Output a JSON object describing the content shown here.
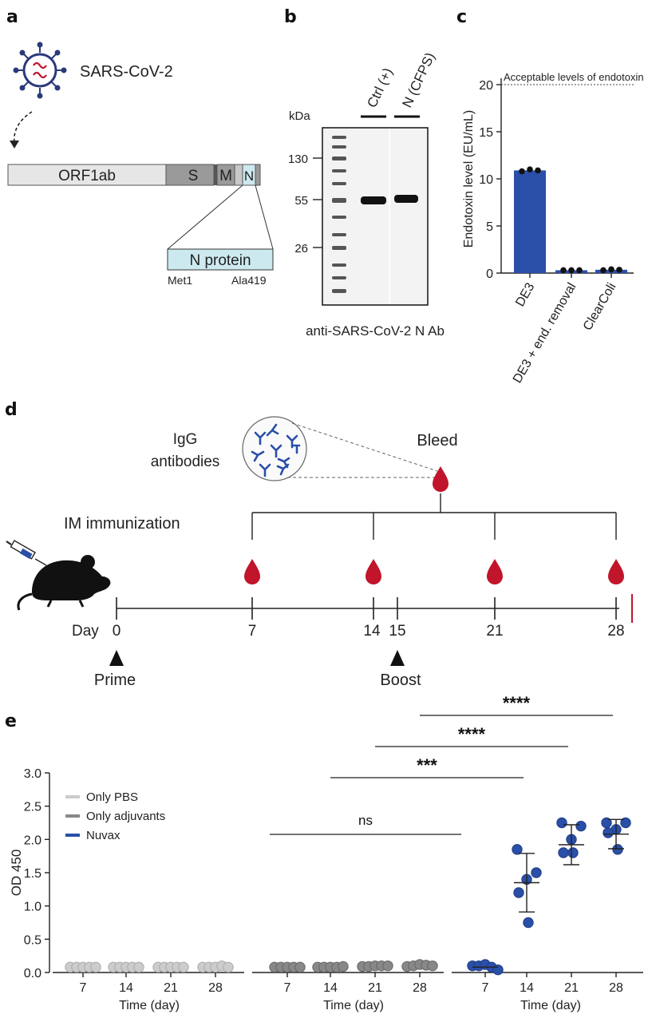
{
  "panels": {
    "a": {
      "label": "a",
      "virus": "SARS-CoV-2",
      "genes": [
        "ORF1ab",
        "S",
        "M",
        "N"
      ],
      "protein": "N protein",
      "start": "Met1",
      "end": "Ala419"
    },
    "b": {
      "label": "b",
      "kda": "kDa",
      "markers": [
        "130",
        "55",
        "26"
      ],
      "lanes": [
        "Ctrl (+)",
        "N (CFPS)"
      ],
      "caption": "anti-SARS-CoV-2 N Ab"
    },
    "c": {
      "label": "c"
    },
    "d": {
      "label": "d",
      "igg": [
        "IgG",
        "antibodies"
      ],
      "bleed": "Bleed",
      "im": "IM immunization",
      "day_prefix": "Day",
      "days": [
        "0",
        "7",
        "14",
        "15",
        "21",
        "28"
      ],
      "prime": "Prime",
      "boost": "Boost"
    },
    "e": {
      "label": "e"
    }
  },
  "colors": {
    "blue": "#2a4fa8",
    "dark_gray": "#888888",
    "light_gray": "#cccccc",
    "blood_red": "#c0152a",
    "light_cyan": "#cde9f0",
    "gene_light": "#e6e6e6",
    "gene_dark": "#9a9a9a"
  },
  "chart_data": [
    {
      "type": "bar",
      "panel": "c",
      "categories": [
        "DE3",
        "DE3 + end. removal",
        "ClearColi"
      ],
      "values": [
        10.9,
        0.3,
        0.35
      ],
      "points": [
        [
          10.8,
          11.0,
          10.9
        ],
        [
          0.3,
          0.3,
          0.3
        ],
        [
          0.3,
          0.4,
          0.35
        ]
      ],
      "ylabel": "Endotoxin level (EU/mL)",
      "ylim": [
        0,
        20
      ],
      "yticks": [
        0,
        5,
        10,
        15,
        20
      ],
      "reference_line": {
        "y": 20,
        "label": "Acceptable levels of endotoxin"
      }
    },
    {
      "type": "scatter",
      "panel": "e",
      "ylabel": "OD 450",
      "xlabel": "Time (day)",
      "ylim": [
        0,
        3.0
      ],
      "yticks": [
        "0.0",
        "0.5",
        "1.0",
        "1.5",
        "2.0",
        "2.5",
        "3.0"
      ],
      "x": [
        "7",
        "14",
        "21",
        "28"
      ],
      "legend": [
        "Only PBS",
        "Only adjuvants",
        "Nuvax"
      ],
      "series": [
        {
          "name": "Only PBS",
          "values": [
            [
              0.08,
              0.08,
              0.08,
              0.08,
              0.08
            ],
            [
              0.08,
              0.08,
              0.08,
              0.08,
              0.08
            ],
            [
              0.08,
              0.08,
              0.08,
              0.08,
              0.08
            ],
            [
              0.08,
              0.08,
              0.08,
              0.1,
              0.08
            ]
          ]
        },
        {
          "name": "Only adjuvants",
          "values": [
            [
              0.08,
              0.08,
              0.08,
              0.08,
              0.08
            ],
            [
              0.08,
              0.08,
              0.08,
              0.08,
              0.09
            ],
            [
              0.09,
              0.09,
              0.1,
              0.1,
              0.1
            ],
            [
              0.09,
              0.1,
              0.12,
              0.11,
              0.1
            ]
          ]
        },
        {
          "name": "Nuvax",
          "values": [
            [
              0.1,
              0.1,
              0.12,
              0.08,
              0.04
            ],
            [
              1.85,
              1.5,
              1.4,
              1.2,
              0.75
            ],
            [
              2.25,
              2.2,
              2.0,
              1.8,
              1.8
            ],
            [
              2.25,
              2.25,
              2.15,
              2.1,
              1.85
            ]
          ],
          "mean": [
            0.08,
            1.35,
            1.92,
            2.08
          ],
          "sd": [
            0.03,
            0.44,
            0.3,
            0.22
          ]
        }
      ],
      "comparisons": [
        {
          "label": "ns",
          "from": "Only adjuvants 7",
          "to": "Nuvax 7"
        },
        {
          "label": "***",
          "from": "Only adjuvants 14",
          "to": "Nuvax 14"
        },
        {
          "label": "****",
          "from": "Only adjuvants 21",
          "to": "Nuvax 21"
        },
        {
          "label": "****",
          "from": "Only adjuvants 28",
          "to": "Nuvax 28"
        }
      ]
    }
  ]
}
